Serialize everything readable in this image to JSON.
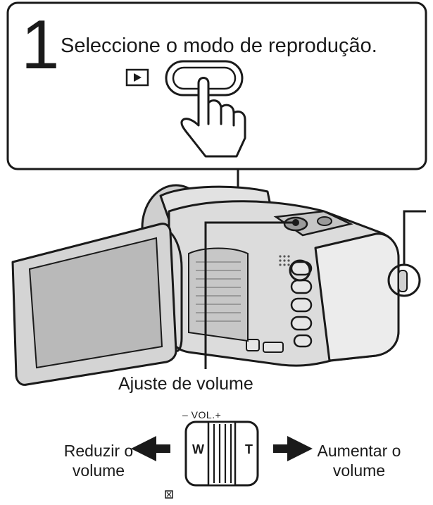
{
  "step": {
    "number": "1",
    "instruction": "Seleccione o modo de reprodução."
  },
  "camera": {
    "volume_adjust_label": "Ajuste de volume"
  },
  "zoom_lever": {
    "vol_label": "– VOL.+",
    "w_label": "W",
    "t_label": "T",
    "reduce_label": "Reduzir o volume",
    "increase_label": "Aumentar o volume"
  },
  "icons": {
    "play_mode": "play-icon",
    "pointing_hand": "pointing-hand-icon",
    "arrow_left": "arrow-left-icon",
    "arrow_right": "arrow-right-icon"
  },
  "colors": {
    "line": "#1a1a1a",
    "camera_body": "#d9d9d9",
    "camera_dark": "#8a8a8a",
    "screen": "#bdbdbd"
  }
}
